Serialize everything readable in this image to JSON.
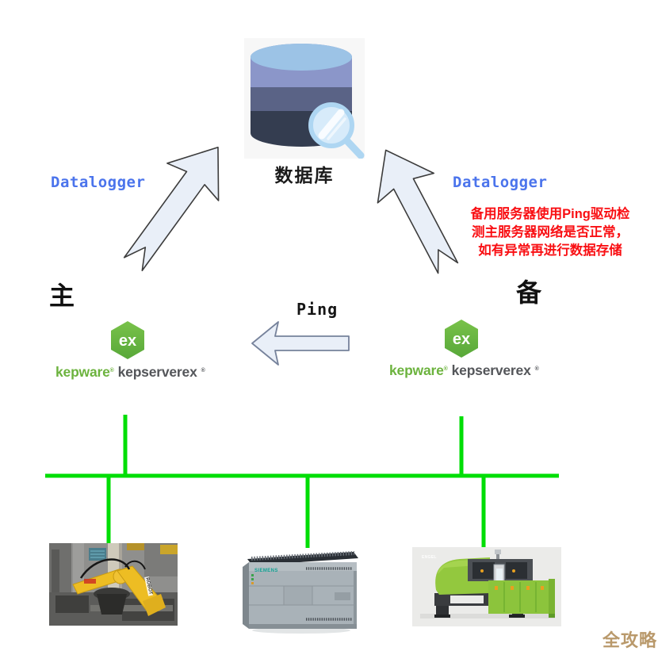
{
  "diagram": {
    "database_label": "数据库",
    "ping_label": "Ping",
    "left": {
      "flow_label": "Datalogger",
      "role_label": "主"
    },
    "right": {
      "flow_label": "Datalogger",
      "role_label": "备"
    },
    "note_line1": "备用服务器使用Ping驱动检",
    "note_line2": "测主服务器网络是否正常，",
    "note_line3": "如有异常再进行数据存储"
  },
  "kepware": {
    "hex_label": "ex",
    "brand": "kepware",
    "product": "kepserverex",
    "reg": "®"
  },
  "devices": {
    "robot_label": "ROBOT",
    "plc_brand": "SIEMENS",
    "imm_brand": "ENGEL"
  },
  "watermark": "全攻略",
  "colors": {
    "network_green": "#00de06",
    "datalogger_blue": "#4b74ec",
    "note_red": "#f90f13",
    "kepware_green": "#6cb33e",
    "kepware_gray": "#54565a",
    "arrow_fill": "#e9eff8",
    "arrow_stroke": "#3c3c3c",
    "watermark_tan": "#b9996b",
    "db_top": "#9cc3e6",
    "db_band1": "#8b96c9",
    "db_band2": "#5a6386",
    "db_band3": "#343d50"
  }
}
